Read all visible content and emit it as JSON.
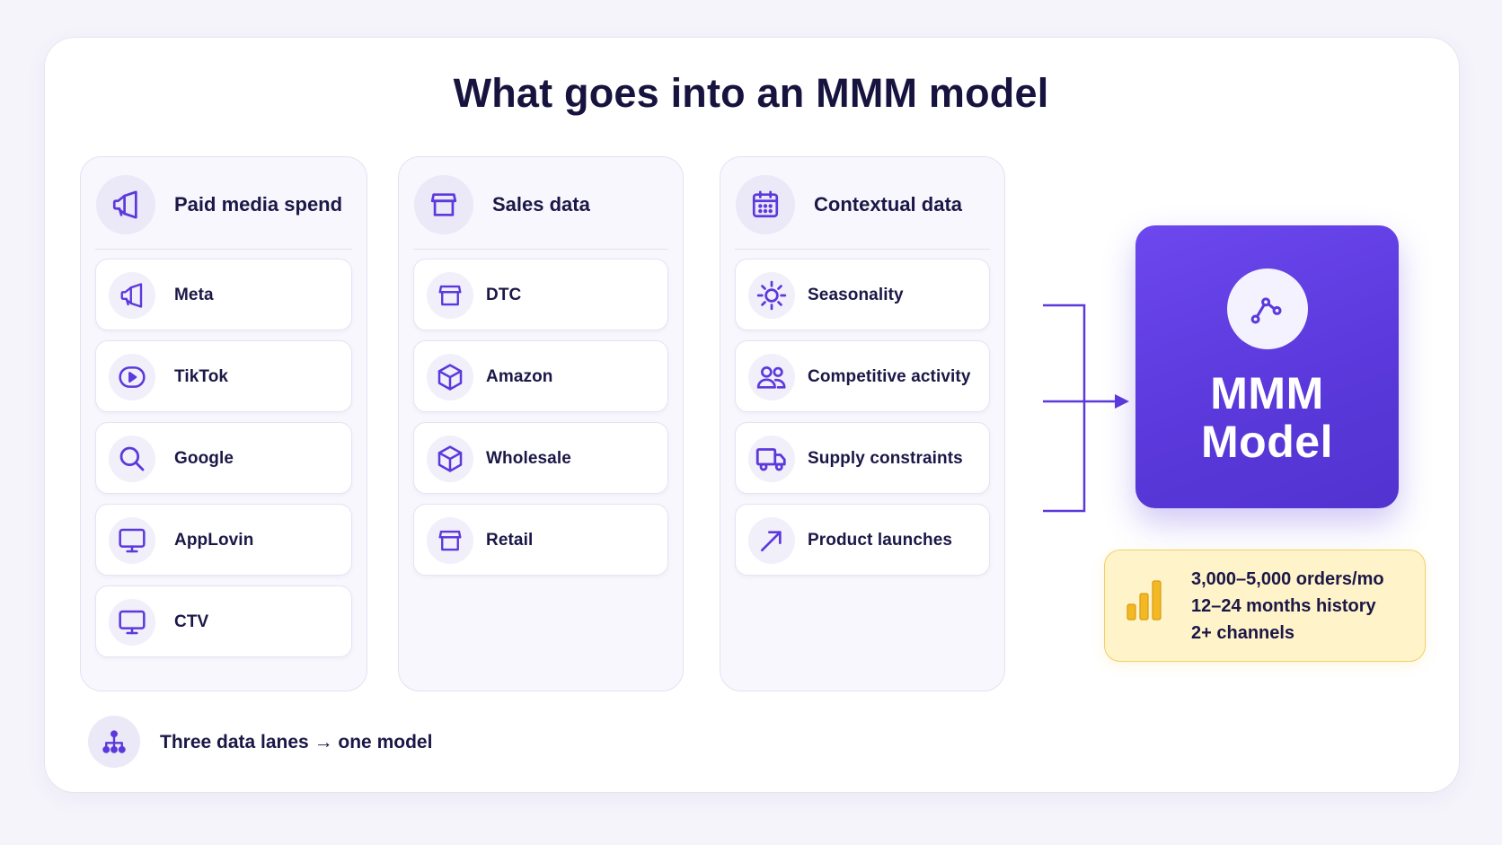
{
  "title": "What goes into an MMM model",
  "colors": {
    "accent": "#5b39dc",
    "icon": "#5b39dc",
    "note_bg": "#fff3c9",
    "note_border": "#f1d06b",
    "bars": "#f2b825"
  },
  "lanes": [
    {
      "label": "Paid media spend",
      "icon": "megaphone-icon",
      "items": [
        {
          "label": "Meta",
          "icon": "megaphone-icon"
        },
        {
          "label": "TikTok",
          "icon": "play-icon"
        },
        {
          "label": "Google",
          "icon": "search-icon"
        },
        {
          "label": "AppLovin",
          "icon": "monitor-icon"
        },
        {
          "label": "CTV",
          "icon": "monitor-icon"
        }
      ]
    },
    {
      "label": "Sales data",
      "icon": "store-icon",
      "items": [
        {
          "label": "DTC",
          "icon": "store-icon"
        },
        {
          "label": "Amazon",
          "icon": "box-icon"
        },
        {
          "label": "Wholesale",
          "icon": "box-icon"
        },
        {
          "label": "Retail",
          "icon": "store-icon"
        }
      ]
    },
    {
      "label": "Contextual data",
      "icon": "calendar-icon",
      "items": [
        {
          "label": "Seasonality",
          "icon": "sun-icon"
        },
        {
          "label": "Competitive activity",
          "icon": "users-icon"
        },
        {
          "label": "Supply constraints",
          "icon": "truck-icon"
        },
        {
          "label": "Product launches",
          "icon": "arrow-up-right-icon"
        }
      ]
    }
  ],
  "model": {
    "line1": "MMM",
    "line2": "Model",
    "icon": "trend-line-icon"
  },
  "requirements": {
    "icon": "bar-chart-icon",
    "lines": [
      "3,000–5,000 orders/mo",
      "12–24 months history",
      "2+ channels"
    ]
  },
  "footer": {
    "text": "Three data lanes → one model",
    "icon": "hierarchy-icon"
  }
}
